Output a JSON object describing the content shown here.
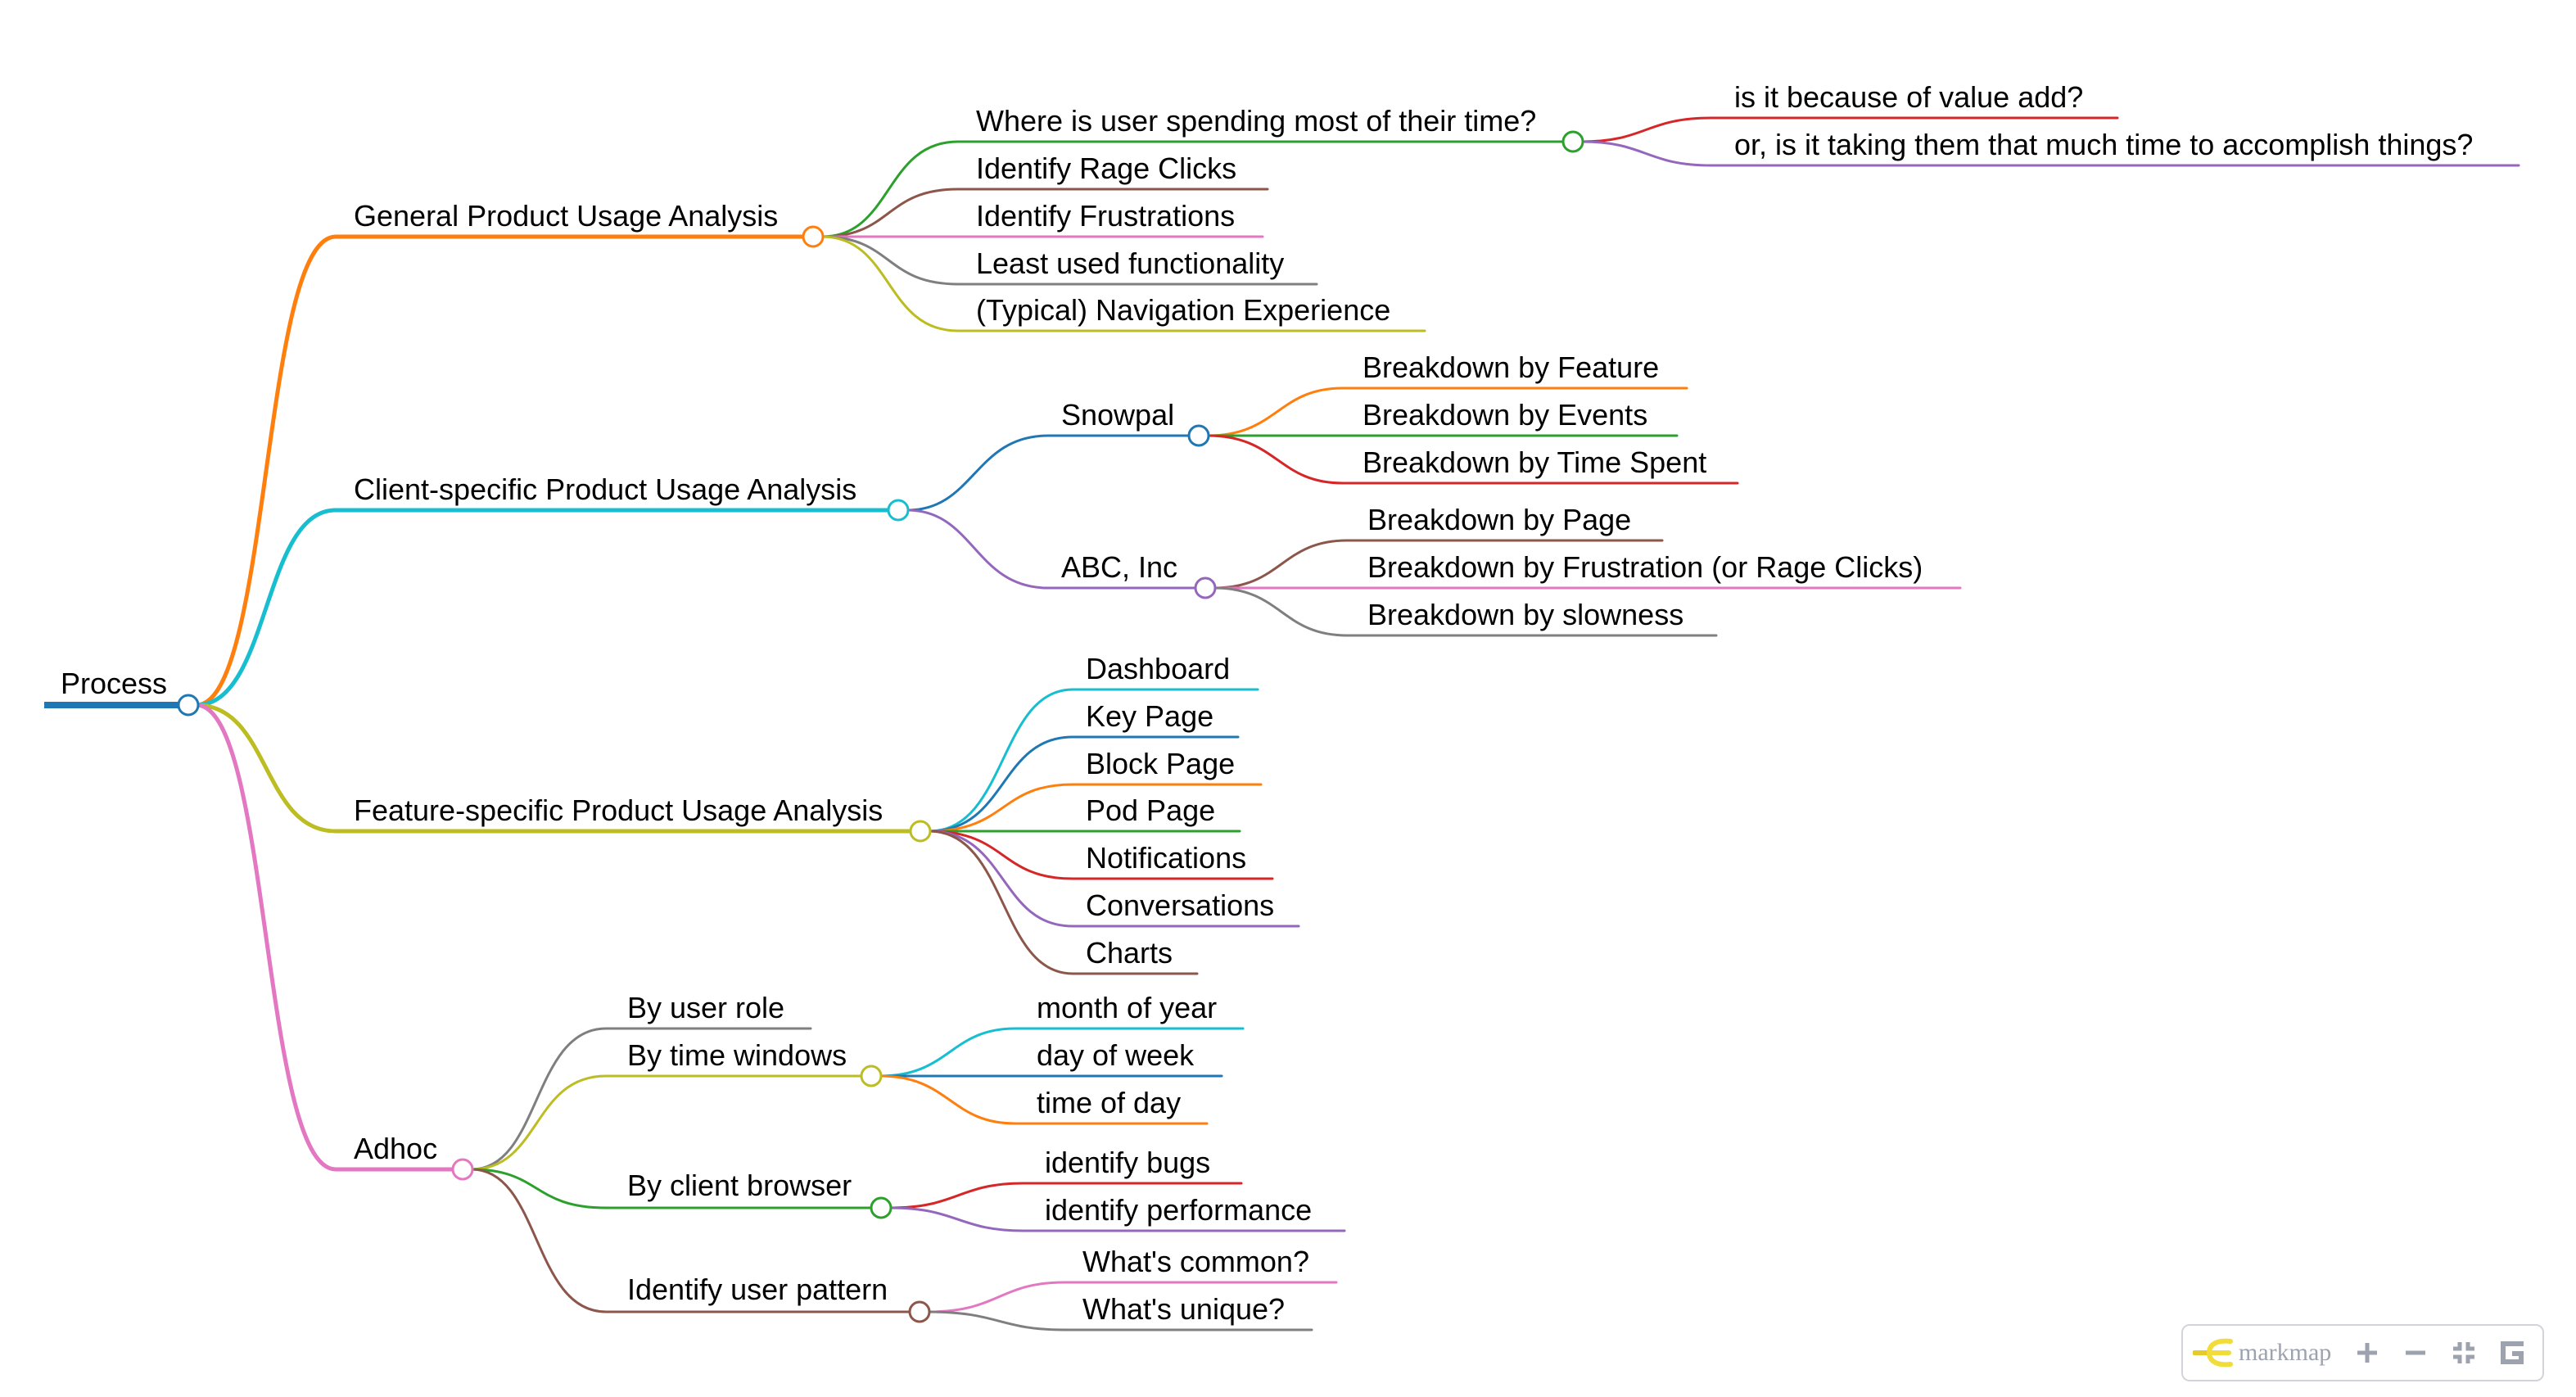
{
  "colors": {
    "blue": "#1f77b4",
    "orange": "#ff7f0e",
    "green": "#2ca02c",
    "red": "#d62728",
    "purple": "#9467bd",
    "brown": "#8c564b",
    "pink": "#e377c2",
    "gray": "#7f7f7f",
    "olive": "#bcbd22",
    "cyan": "#17becf"
  },
  "root": {
    "label": "Process",
    "color": "#1f77b4"
  },
  "branches": {
    "general": {
      "label": "General Product Usage Analysis",
      "color": "#ff7f0e",
      "children": {
        "where": {
          "label": "Where is user spending most of their time?",
          "color": "#2ca02c",
          "children": {
            "value_add": {
              "label": "is it because of value add?",
              "color": "#d62728"
            },
            "taking_time": {
              "label": "or, is it taking them that much time to accomplish things?",
              "color": "#9467bd"
            }
          }
        },
        "rage_clicks": {
          "label": "Identify Rage Clicks",
          "color": "#8c564b"
        },
        "frustrations": {
          "label": "Identify Frustrations",
          "color": "#e377c2"
        },
        "least_used": {
          "label": "Least used functionality",
          "color": "#7f7f7f"
        },
        "navigation": {
          "label": "(Typical) Navigation Experience",
          "color": "#bcbd22"
        }
      }
    },
    "client": {
      "label": "Client-specific Product Usage Analysis",
      "color": "#17becf",
      "children": {
        "snowpal": {
          "label": "Snowpal",
          "color": "#1f77b4",
          "children": {
            "feature": {
              "label": "Breakdown by Feature",
              "color": "#ff7f0e"
            },
            "events": {
              "label": "Breakdown by Events",
              "color": "#2ca02c"
            },
            "time_spent": {
              "label": "Breakdown by Time Spent",
              "color": "#d62728"
            }
          }
        },
        "abc": {
          "label": "ABC, Inc",
          "color": "#9467bd",
          "children": {
            "page": {
              "label": "Breakdown by Page",
              "color": "#8c564b"
            },
            "frustration": {
              "label": "Breakdown by Frustration (or Rage Clicks)",
              "color": "#e377c2"
            },
            "slowness": {
              "label": "Breakdown by slowness",
              "color": "#7f7f7f"
            }
          }
        }
      }
    },
    "feature": {
      "label": "Feature-specific Product Usage Analysis",
      "color": "#bcbd22",
      "children": {
        "dashboard": {
          "label": "Dashboard",
          "color": "#17becf"
        },
        "key_page": {
          "label": "Key Page",
          "color": "#1f77b4"
        },
        "block_page": {
          "label": "Block Page",
          "color": "#ff7f0e"
        },
        "pod_page": {
          "label": "Pod Page",
          "color": "#2ca02c"
        },
        "notifications": {
          "label": "Notifications",
          "color": "#d62728"
        },
        "conversations": {
          "label": "Conversations",
          "color": "#9467bd"
        },
        "charts": {
          "label": "Charts",
          "color": "#8c564b"
        }
      }
    },
    "adhoc": {
      "label": "Adhoc",
      "color": "#e377c2",
      "children": {
        "user_role": {
          "label": "By user role",
          "color": "#7f7f7f"
        },
        "time_windows": {
          "label": "By time windows",
          "color": "#bcbd22",
          "children": {
            "month": {
              "label": "month of year",
              "color": "#17becf"
            },
            "day": {
              "label": "day of week",
              "color": "#1f77b4"
            },
            "time": {
              "label": "time of day",
              "color": "#ff7f0e"
            }
          }
        },
        "browser": {
          "label": "By client browser",
          "color": "#2ca02c",
          "children": {
            "bugs": {
              "label": "identify bugs",
              "color": "#d62728"
            },
            "performance": {
              "label": "identify performance",
              "color": "#9467bd"
            }
          }
        },
        "pattern": {
          "label": "Identify user pattern",
          "color": "#8c564b",
          "children": {
            "common": {
              "label": "What's common?",
              "color": "#e377c2"
            },
            "unique": {
              "label": "What's unique?",
              "color": "#7f7f7f"
            }
          }
        }
      }
    }
  },
  "toolbar": {
    "brand_label": "markmap",
    "brand_color": "#f2dc3a",
    "icon_color": "#9ca3af",
    "buttons": [
      "zoom-in",
      "zoom-out",
      "fit-window",
      "toggle-recursively"
    ]
  }
}
